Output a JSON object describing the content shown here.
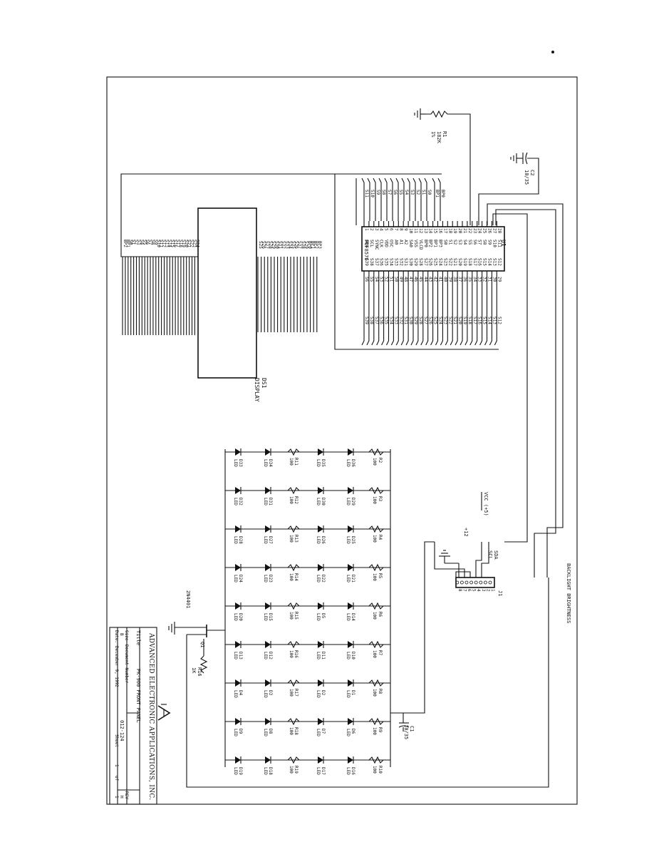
{
  "title_block": {
    "company": "ADVANCED ELECTRONIC APPLICATIONS, INC.",
    "title_label": "Title",
    "title": "PK-900 FRONT PANEL",
    "size_label": "Size",
    "size": "B",
    "docnum_label": "Document Number",
    "docnum": "012-124",
    "rev_label": "REV",
    "rev": "H",
    "date_label": "Date:",
    "date": "December 9, 1992",
    "sheet_label": "Sheet",
    "sheet": "1",
    "of_label": "of",
    "of": "1"
  },
  "u1": {
    "ref": "U1",
    "part": "PCF8576",
    "left_pins": [
      "SDA",
      "SCL",
      "SYNC",
      "CLK",
      "VDD",
      "OSC",
      "A0",
      "A1",
      "A2",
      "SA0",
      "VSS",
      "VLCD",
      "BP0",
      "BP2",
      "BP1",
      "BP3",
      "S0",
      "S1",
      "S2",
      "S3",
      "S4",
      "S5",
      "S6",
      "S7",
      "S8",
      "S9",
      "S10",
      "S11"
    ],
    "right_pins": [
      "S39",
      "S38",
      "S37",
      "S36",
      "S35",
      "S34",
      "S33",
      "S32",
      "S31",
      "S30",
      "S29",
      "S28",
      "S27",
      "S26",
      "S25",
      "S24",
      "S23",
      "S22",
      "S21",
      "S20",
      "S19",
      "S18",
      "S17",
      "S16",
      "S15",
      "S14",
      "S13",
      "S12"
    ],
    "left_nums": [
      "1",
      "2",
      "3",
      "4",
      "5",
      "6",
      "7",
      "8",
      "9",
      "10",
      "11",
      "12",
      "13",
      "14",
      "15",
      "16",
      "17",
      "18",
      "19",
      "20",
      "21",
      "22",
      "23",
      "24",
      "25",
      "26",
      "27",
      "28"
    ],
    "right_nums": [
      "56",
      "55",
      "54",
      "53",
      "52",
      "51",
      "50",
      "49",
      "48",
      "47",
      "46",
      "45",
      "44",
      "43",
      "42",
      "41",
      "40",
      "39",
      "38",
      "37",
      "36",
      "35",
      "34",
      "33",
      "32",
      "31",
      "30",
      "29"
    ],
    "bus_top": [
      "S11",
      "S10",
      "S9",
      "S8",
      "S7",
      "S6",
      "S5",
      "S4",
      "S3",
      "S2",
      "S1",
      "S0"
    ],
    "bus_top_bp": [
      "BP1",
      "BP0"
    ],
    "bus_right": [
      "S39",
      "S38",
      "S37",
      "S36",
      "S35",
      "S34",
      "S33",
      "S32",
      "S31",
      "S30",
      "S29",
      "S28",
      "S27",
      "S26",
      "S25",
      "S24",
      "S23",
      "S22",
      "S21",
      "S20",
      "S19",
      "S18",
      "S17",
      "S16",
      "S15",
      "S14",
      "S13",
      "S12"
    ]
  },
  "r1": {
    "ref": "R1",
    "value1": "182K",
    "value2": "1%"
  },
  "c2": {
    "ref": "C2",
    "value": "10/35"
  },
  "c1": {
    "ref": "C1",
    "value": "10/35"
  },
  "ds1": {
    "ref": "DS1",
    "name": "DISPLAY",
    "top_nets": [
      "S25",
      "S26",
      "S27",
      "S28",
      "S29",
      "S30",
      "S31",
      "S32",
      "S33",
      "S34",
      "S35",
      "S36",
      "S37",
      "S38",
      "S39",
      "BP0",
      "BP1",
      "BP2",
      "BP3"
    ],
    "bottom_nets": [
      "BP2",
      "BP1",
      "S0",
      "S1",
      "S2",
      "S3",
      "S4",
      "S5",
      "S6",
      "S7",
      "S8",
      "S9",
      "S10",
      "S11",
      "S12",
      "S13",
      "S14",
      "S15",
      "S16",
      "S17",
      "S18",
      "S19",
      "S20",
      "S21",
      "S22",
      "S23",
      "S24"
    ]
  },
  "j1": {
    "ref": "J1",
    "pins": [
      "1",
      "2",
      "3",
      "4",
      "5",
      "6",
      "7",
      "8"
    ]
  },
  "nets": {
    "vcc": "VCC (+5)",
    "p12": "+12",
    "sda": "SDA",
    "scl": "SCL",
    "backlight": "BACKLIGHT BRIGHTNESS"
  },
  "q1": {
    "ref": "Q1",
    "part": "2N4401"
  },
  "r16": {
    "ref": "R16",
    "value": "1K"
  },
  "led_columns": [
    {
      "r_top": "R2",
      "v_top": "100",
      "leds": [
        "D36",
        "D35",
        "D34",
        "D33"
      ],
      "r_mid": "R11"
    },
    {
      "r_top": "R3",
      "v_top": "100",
      "leds": [
        "D29",
        "D30",
        "D31",
        "D32"
      ],
      "r_mid": "R12"
    },
    {
      "r_top": "R4",
      "v_top": "100",
      "leds": [
        "D25",
        "D26",
        "D27",
        "D28"
      ],
      "r_mid": "R13"
    },
    {
      "r_top": "R5",
      "v_top": "100",
      "leds": [
        "D21",
        "D22",
        "D23",
        "D24"
      ],
      "r_mid": "R14"
    },
    {
      "r_top": "R6",
      "v_top": "100",
      "leds": [
        "D14",
        "D5",
        "D15",
        "D20"
      ],
      "r_mid": "R15"
    },
    {
      "r_top": "R7",
      "v_top": "100",
      "leds": [
        "D10",
        "D11",
        "D12",
        "D13"
      ],
      "r_mid": "R16"
    },
    {
      "r_top": "R8",
      "v_top": "100",
      "leds": [
        "D1",
        "D2",
        "D3",
        "D4"
      ],
      "r_mid": "R17"
    },
    {
      "r_top": "R9",
      "v_top": "100",
      "leds": [
        "D6",
        "D7",
        "D8",
        "D9"
      ],
      "r_mid": "R18"
    },
    {
      "r_top": "R10",
      "v_top": "100",
      "leds": [
        "D16",
        "D17",
        "D18",
        "D19"
      ],
      "r_mid": "R19"
    }
  ],
  "led_label": "LED",
  "mid_value": "100"
}
